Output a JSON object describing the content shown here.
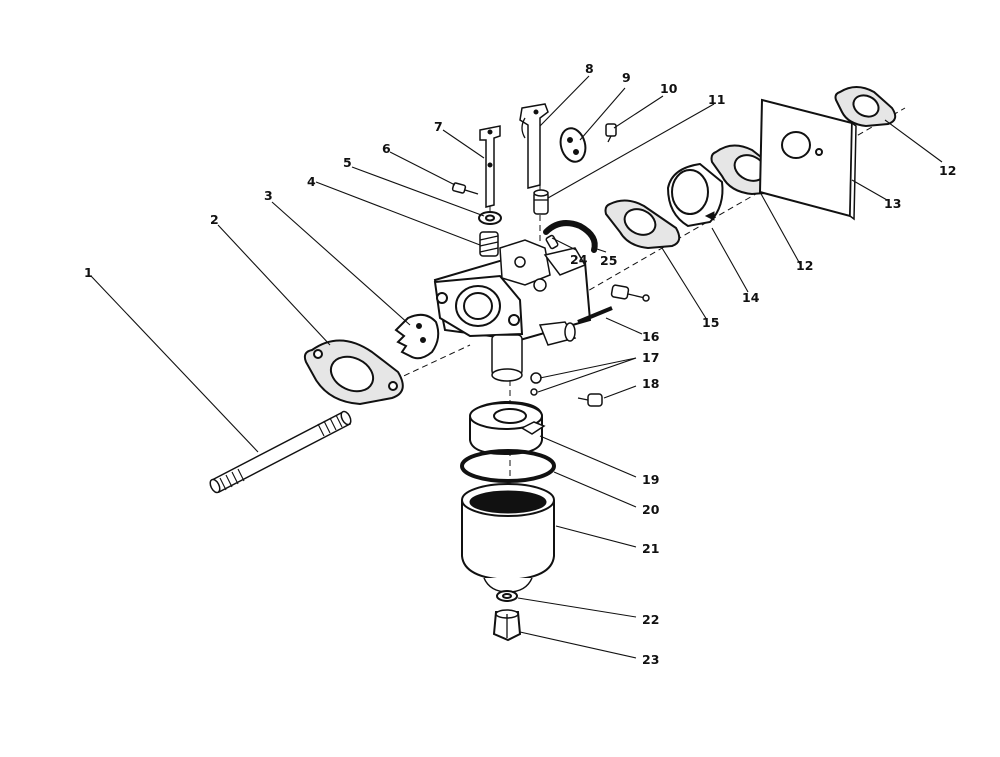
{
  "callouts": [
    {
      "id": "c1",
      "label": "1"
    },
    {
      "id": "c2",
      "label": "2"
    },
    {
      "id": "c3",
      "label": "3"
    },
    {
      "id": "c4",
      "label": "4"
    },
    {
      "id": "c5",
      "label": "5"
    },
    {
      "id": "c6",
      "label": "6"
    },
    {
      "id": "c7",
      "label": "7"
    },
    {
      "id": "c8",
      "label": "8"
    },
    {
      "id": "c9",
      "label": "9"
    },
    {
      "id": "c10",
      "label": "10"
    },
    {
      "id": "c11",
      "label": "11"
    },
    {
      "id": "c12a",
      "label": "12"
    },
    {
      "id": "c12b",
      "label": "12"
    },
    {
      "id": "c13",
      "label": "13"
    },
    {
      "id": "c14",
      "label": "14"
    },
    {
      "id": "c15",
      "label": "15"
    },
    {
      "id": "c16",
      "label": "16"
    },
    {
      "id": "c17",
      "label": "17"
    },
    {
      "id": "c18",
      "label": "18"
    },
    {
      "id": "c19",
      "label": "19"
    },
    {
      "id": "c20",
      "label": "20"
    },
    {
      "id": "c21",
      "label": "21"
    },
    {
      "id": "c22",
      "label": "22"
    },
    {
      "id": "c23",
      "label": "23"
    },
    {
      "id": "c24",
      "label": "24"
    },
    {
      "id": "c25",
      "label": "25"
    }
  ]
}
